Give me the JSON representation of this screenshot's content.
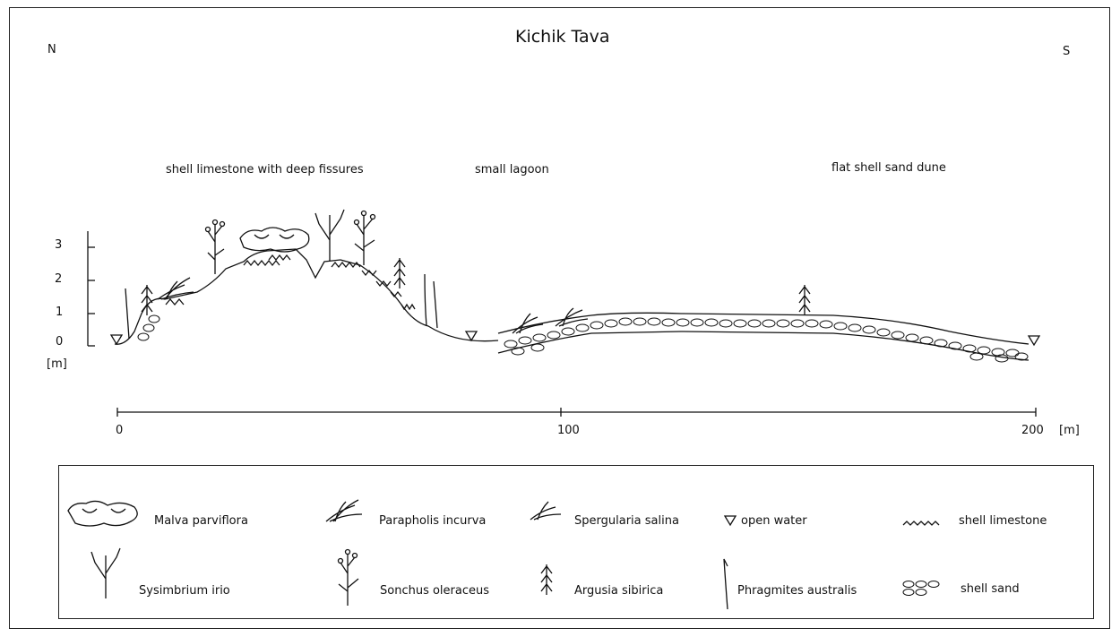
{
  "title": "Kichik Tava",
  "compass": {
    "north": "N",
    "south": "S"
  },
  "zones": [
    "shell limestone with deep fissures",
    "small lagoon",
    "flat shell sand dune"
  ],
  "y_axis": {
    "unit": "[m]",
    "ticks": [
      "3",
      "2",
      "1",
      "0"
    ]
  },
  "x_axis": {
    "unit": "[m]",
    "ticks": [
      "0",
      "100",
      "200"
    ]
  },
  "legend": [
    {
      "icon": "malva-icon",
      "label": "Malva parviflora"
    },
    {
      "icon": "parapholis-icon",
      "label": "Parapholis incurva"
    },
    {
      "icon": "spergularia-icon",
      "label": "Spergularia salina"
    },
    {
      "icon": "open-water-icon",
      "label": "open water"
    },
    {
      "icon": "shell-limestone-icon",
      "label": "shell limestone"
    },
    {
      "icon": "sysimbrium-icon",
      "label": "Sysimbrium irio"
    },
    {
      "icon": "sonchus-icon",
      "label": "Sonchus oleraceus"
    },
    {
      "icon": "argusia-icon",
      "label": "Argusia sibirica"
    },
    {
      "icon": "phragmites-icon",
      "label": "Phragmites australis"
    },
    {
      "icon": "shell-sand-icon",
      "label": "shell sand"
    }
  ]
}
